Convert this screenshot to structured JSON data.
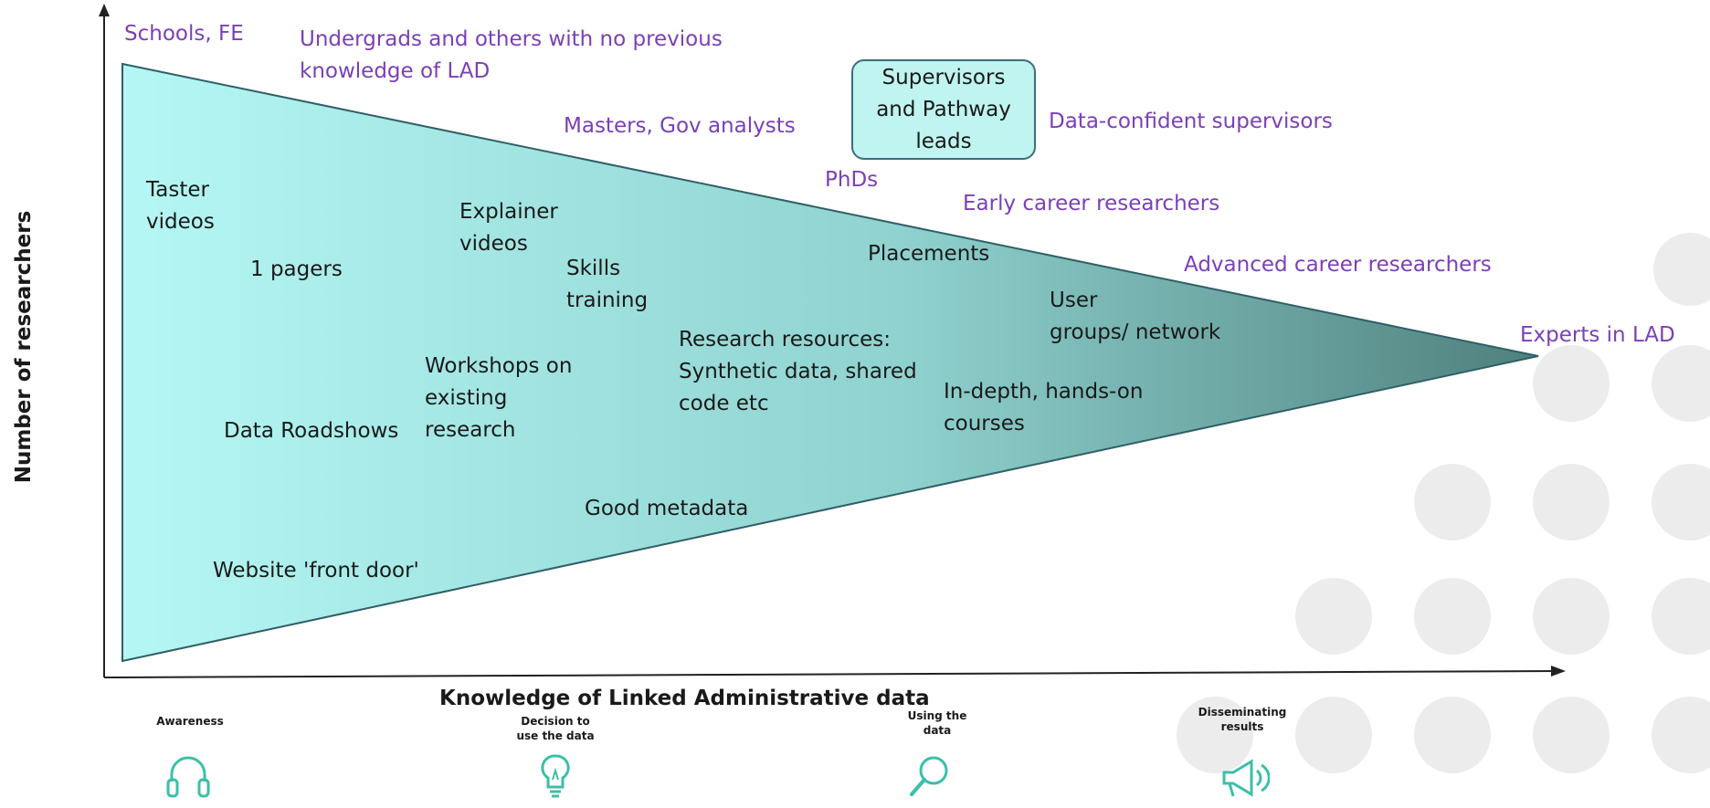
{
  "axes": {
    "y_label": "Number of researchers",
    "x_label": "Knowledge of Linked Administrative data"
  },
  "audiences": [
    {
      "key": "schools",
      "text": "Schools, FE"
    },
    {
      "key": "undergrads",
      "text": "Undergrads and others with no previous\nknowledge of LAD"
    },
    {
      "key": "masters",
      "text": "Masters, Gov analysts"
    },
    {
      "key": "phds",
      "text": "PhDs"
    },
    {
      "key": "data_confident",
      "text": "Data-confident supervisors"
    },
    {
      "key": "early_career",
      "text": "Early career researchers"
    },
    {
      "key": "advanced_career",
      "text": "Advanced career researchers"
    },
    {
      "key": "experts",
      "text": "Experts in LAD"
    }
  ],
  "supervisors_box": "Supervisors\nand Pathway\nleads",
  "resources": [
    {
      "key": "taster",
      "text": "Taster\nvideos"
    },
    {
      "key": "pagers",
      "text": "1 pagers"
    },
    {
      "key": "explainer",
      "text": "Explainer\nvideos"
    },
    {
      "key": "skills",
      "text": "Skills\ntraining"
    },
    {
      "key": "placements",
      "text": "Placements"
    },
    {
      "key": "user_groups",
      "text": "User\ngroups/ network"
    },
    {
      "key": "research_resources",
      "text": "Research resources:\nSynthetic data, shared\ncode etc"
    },
    {
      "key": "workshops",
      "text": "Workshops on\nexisting\nresearch"
    },
    {
      "key": "roadshows",
      "text": "Data Roadshows"
    },
    {
      "key": "indepth",
      "text": "In-depth, hands-on\ncourses"
    },
    {
      "key": "metadata",
      "text": "Good metadata"
    },
    {
      "key": "website",
      "text": "Website 'front door'"
    }
  ],
  "stages": [
    {
      "key": "awareness",
      "label": "Awareness",
      "icon": "headphones-icon"
    },
    {
      "key": "decision",
      "label": "Decision to\nuse the data",
      "icon": "lightbulb-icon"
    },
    {
      "key": "using",
      "label": "Using the\ndata",
      "icon": "magnifier-icon"
    },
    {
      "key": "disseminating",
      "label": "Disseminating\nresults",
      "icon": "megaphone-icon"
    }
  ],
  "colors": {
    "funnel_light": "#b5f7f4",
    "funnel_dark": "#4f807d",
    "audience_text": "#7b3fb8",
    "icon_teal": "#3bbfa8",
    "decor_circle": "#ececec"
  }
}
